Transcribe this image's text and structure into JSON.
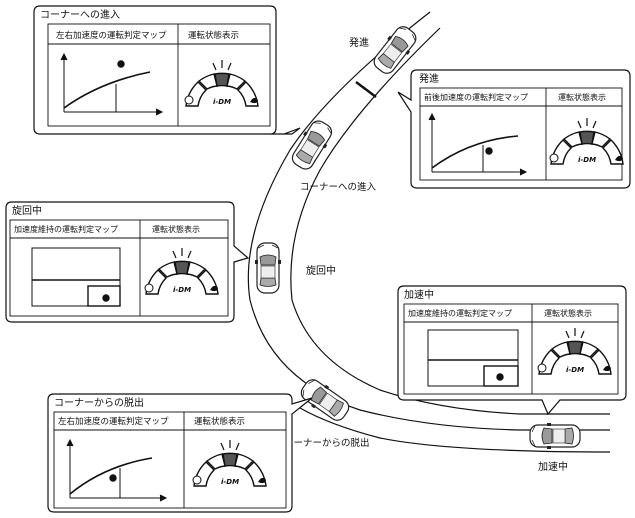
{
  "road_labels": {
    "start": "発進",
    "corner_entry": "コーナーへの進入",
    "turning": "旋回中",
    "corner_exit": "コーナーからの脱出",
    "accelerating": "加速中"
  },
  "panels": {
    "corner_entry": {
      "title": "コーナーへの進入",
      "map_header": "左右加速度の運転判定マップ",
      "status_header": "運転状態表示",
      "logo": "i-DM"
    },
    "start": {
      "title": "発進",
      "map_header": "前後加速度の運転判定マップ",
      "status_header": "運転状態表示",
      "logo": "i-DM"
    },
    "turning": {
      "title": "旋回中",
      "map_header": "加速度維持の運転判定マップ",
      "status_header": "運転状態表示",
      "logo": "i-DM"
    },
    "accelerating": {
      "title": "加速中",
      "map_header": "加速度維持の運転判定マップ",
      "status_header": "運転状態表示",
      "logo": "i-DM"
    },
    "corner_exit": {
      "title": "コーナーからの脱出",
      "map_header": "左右加速度の運転判定マップ",
      "status_header": "運転状態表示",
      "logo": "i-DM"
    }
  },
  "colors": {
    "line": "#111111",
    "indicator_dark": "#555555",
    "indicator_light": "#ffffff"
  },
  "icons": [
    "car-top-view-icon",
    "turtle-icon",
    "hare-icon",
    "idm-indicator-icon"
  ]
}
